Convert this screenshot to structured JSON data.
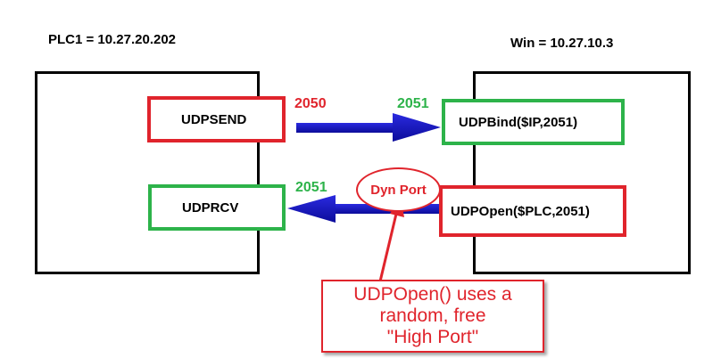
{
  "plc_label": "PLC1 = 10.27.20.202",
  "win_label": "Win = 10.27.10.3",
  "boxes": {
    "udpsend": "UDPSEND",
    "udprcv": "UDPRCV",
    "udpbind": "UDPBind($IP,2051)",
    "udpopen": "UDPOpen($PLC,2051)"
  },
  "ports": {
    "send_port": "2050",
    "bind_port": "2051",
    "rcv_port": "2051"
  },
  "dyn_port": "Dyn Port",
  "callout": {
    "line1": "UDPOpen() uses a",
    "line2": "random, free",
    "line3": "\"High Port\""
  },
  "colors": {
    "red": "#e0242c",
    "green": "#2db34a",
    "blue": "#1414c8"
  }
}
